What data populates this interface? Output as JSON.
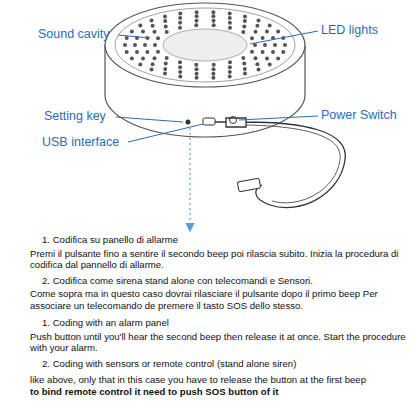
{
  "diagram": {
    "labels": [
      "Sound cavity",
      "LED lights",
      "Setting key",
      "USB interface",
      "Power Switch",
      "1. Codifica su panello di allarme",
      "Premi il pulsante fino a sentire il secondo beep poi rilascia subito. Inizia la procedura di codifica dal pannello di allarme.",
      "2. Codifica come sirena stand alone con telecomandi e Sensori.",
      "Come sopra ma in questo caso dovrai rilasciare il pulsante dopo il primo beep Per associare un telecomando de premere il tasto SOS dello stesso.",
      "1. Coding with an alarm panel",
      "Push button until you'll hear the second beep then release it at once. Start the procedure with your alarm.",
      "2. Coding with sensors or remote control (stand alone siren)",
      "like above, only that in this case you have to release the button at the first beep",
      "to bind remote control it need to push SOS button of it"
    ]
  }
}
